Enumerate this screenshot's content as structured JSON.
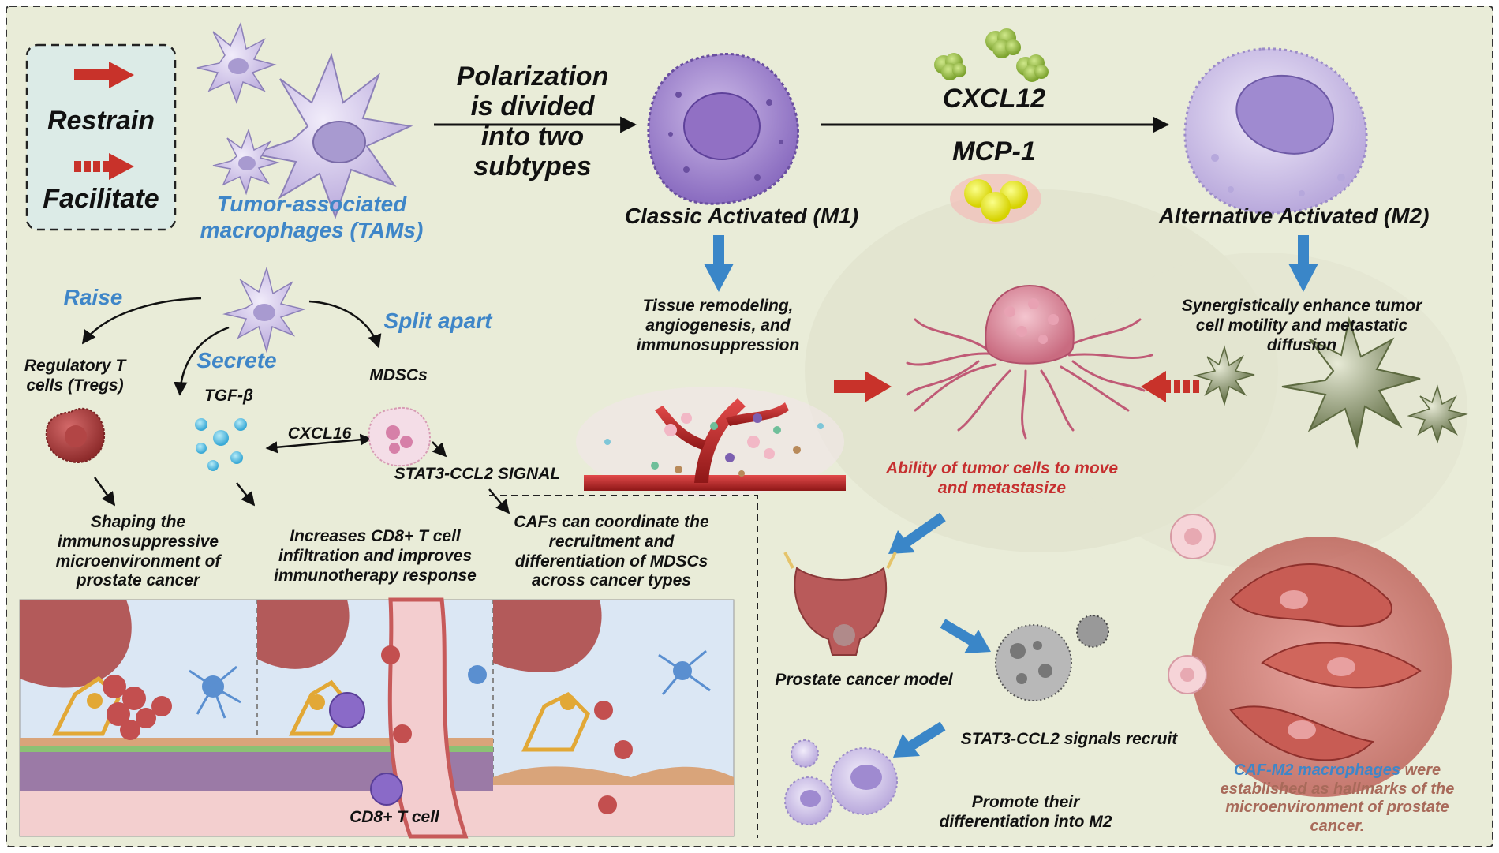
{
  "legend": {
    "restrain": "Restrain",
    "facilitate": "Facilitate"
  },
  "tams_label": "Tumor-associated\nmacrophages (TAMs)",
  "polarization": "Polarization\nis divided\ninto two\nsubtypes",
  "m1_label": "Classic Activated (M1)",
  "m2_label": "Alternative Activated (M2)",
  "cxcl12": "CXCL12",
  "mcp1": "MCP-1",
  "m1_effects": "Tissue remodeling,\nangiogenesis, and\nimmunosuppression",
  "m2_effects": "Synergistically enhance tumor\ncell motility and metastatic\ndiffusion",
  "raise": "Raise",
  "secrete": "Secrete",
  "split_apart": "Split apart",
  "tregs": "Regulatory T\ncells (Tregs)",
  "tgfb": "TGF-β",
  "mdscs": "MDSCs",
  "cxcl16": "CXCL16",
  "stat3_signal": "STAT3-CCL2 SIGNAL",
  "panel1_caption": "Shaping the\nimmunosuppressive\nmicroenvironment of\nprostate cancer",
  "panel2_caption": "Increases CD8+ T cell\ninfiltration and improves\nimmunotherapy response",
  "panel3_caption": "CAFs can coordinate the\nrecruitment and\ndifferentiation of MDSCs\nacross cancer types",
  "cd8_label": "CD8+ T cell",
  "metastasis": "Ability of tumor cells to move\nand metastasize",
  "prostate_model": "Prostate cancer model",
  "stat3_recruit": "STAT3-CCL2 signals recruit",
  "promote_m2": "Promote their\ndifferentiation into M2",
  "caf_m2_highlight": "CAF-M2 macrophages",
  "caf_m2_rest": " were\nestablished as hallmarks of the\nmicroenvironment of prostate\ncancer.",
  "colors": {
    "background": "#e9ecd8",
    "restrain_arrow": "#c8322a",
    "down_arrow": "#3a86c8",
    "blue_text": "#3f86c8",
    "red_text": "#c62f2f",
    "caf_text": "#a86a5a"
  }
}
